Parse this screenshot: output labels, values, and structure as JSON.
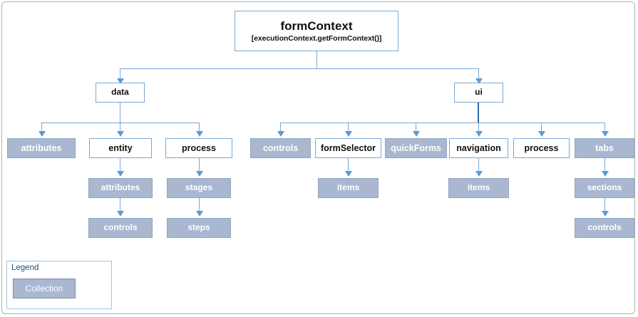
{
  "diagram": {
    "type": "tree",
    "root": {
      "title": "formContext",
      "subtitle": "[executionContext.getFormContext()]",
      "style": "plain"
    },
    "level2": [
      {
        "label": "data",
        "style": "plain"
      },
      {
        "label": "ui",
        "style": "plain"
      }
    ],
    "data_children": [
      {
        "label": "attributes",
        "style": "collection"
      },
      {
        "label": "entity",
        "style": "plain"
      },
      {
        "label": "process",
        "style": "plain"
      }
    ],
    "entity_children": [
      {
        "label": "attributes",
        "style": "collection"
      },
      {
        "label": "controls",
        "style": "collection"
      }
    ],
    "process_children": [
      {
        "label": "stages",
        "style": "collection"
      },
      {
        "label": "steps",
        "style": "collection"
      }
    ],
    "ui_children": [
      {
        "label": "controls",
        "style": "collection"
      },
      {
        "label": "formSelector",
        "style": "plain"
      },
      {
        "label": "quickForms",
        "style": "collection"
      },
      {
        "label": "navigation",
        "style": "plain"
      },
      {
        "label": "process",
        "style": "plain"
      },
      {
        "label": "tabs",
        "style": "collection"
      }
    ],
    "formselector_children": [
      {
        "label": "items",
        "style": "collection"
      }
    ],
    "navigation_children": [
      {
        "label": "items",
        "style": "collection"
      }
    ],
    "tabs_children": [
      {
        "label": "sections",
        "style": "collection"
      },
      {
        "label": "controls",
        "style": "collection"
      }
    ]
  },
  "legend": {
    "title": "Legend",
    "swatch_label": "Collection"
  },
  "colors": {
    "collection_fill": "#a9b8d0",
    "collection_text": "#ffffff",
    "plain_fill": "#ffffff",
    "plain_border": "#7ba7d7",
    "connector": "#7ba7d7",
    "connector_strong": "#2e6ca4",
    "arrow": "#5b9bd5",
    "legend_title_text": "#1f4e79",
    "page_border": "#b0b0b0"
  }
}
